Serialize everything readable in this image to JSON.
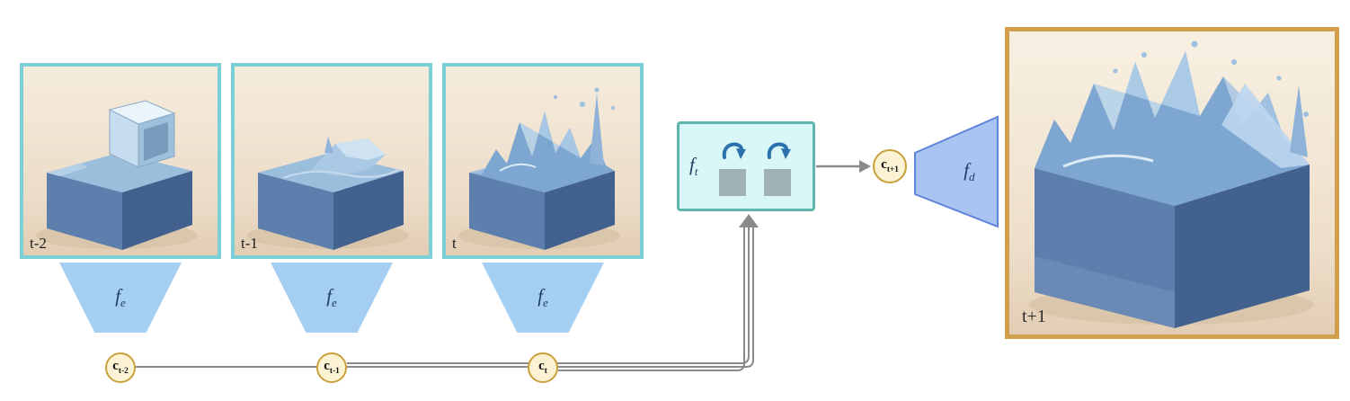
{
  "frames": [
    {
      "time_label": "t-2",
      "encoder": {
        "base": "f",
        "sub": "e"
      },
      "code": {
        "base": "c",
        "sub": "t-2"
      }
    },
    {
      "time_label": "t-1",
      "encoder": {
        "base": "f",
        "sub": "e"
      },
      "code": {
        "base": "c",
        "sub": "t-1"
      }
    },
    {
      "time_label": "t",
      "encoder": {
        "base": "f",
        "sub": "e"
      },
      "code": {
        "base": "c",
        "sub": "t"
      }
    }
  ],
  "temporal_module": {
    "base": "f",
    "sub": "t"
  },
  "next_code": {
    "base": "c",
    "sub": "t+1"
  },
  "decoder": {
    "base": "f",
    "sub": "d"
  },
  "output_frame": {
    "time_label": "t+1"
  },
  "colors": {
    "input_frame_border": "#7bcfd6",
    "output_frame_border": "#d2a04c",
    "encoder_fill": "#a5cff2",
    "temporal_box_fill": "#d9f7f7",
    "temporal_box_border": "#5eb6ac",
    "recurrent_cell_fill": "#9fb0b6",
    "loop_arrow": "#2b72ad",
    "code_fill": "#fbf3d4",
    "code_border": "#c9a13b",
    "connector": "#8a8a8a",
    "decoder_fill": "#a9c4f1",
    "decoder_border": "#5d83da"
  }
}
